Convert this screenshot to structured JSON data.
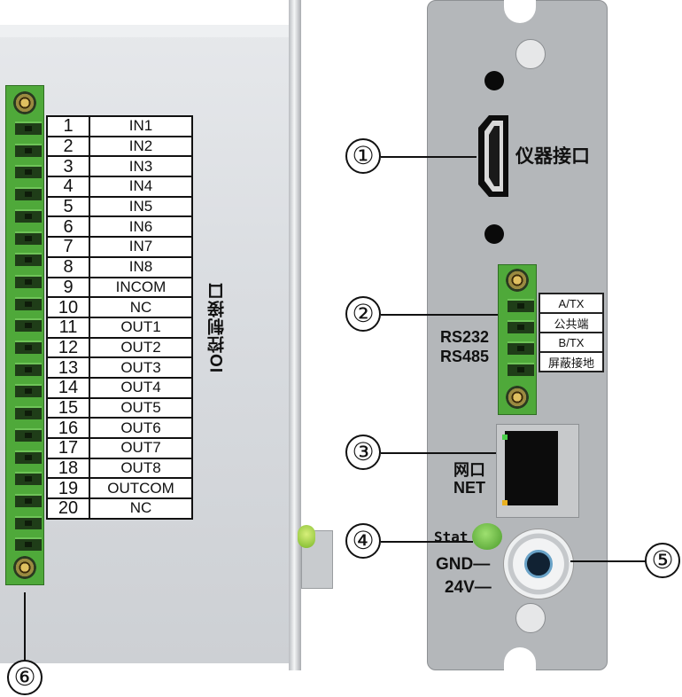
{
  "io_pins": [
    {
      "num": "1",
      "signal": "IN1"
    },
    {
      "num": "2",
      "signal": "IN2"
    },
    {
      "num": "3",
      "signal": "IN3"
    },
    {
      "num": "4",
      "signal": "IN4"
    },
    {
      "num": "5",
      "signal": "IN5"
    },
    {
      "num": "6",
      "signal": "IN6"
    },
    {
      "num": "7",
      "signal": "IN7"
    },
    {
      "num": "8",
      "signal": "IN8"
    },
    {
      "num": "9",
      "signal": "INCOM"
    },
    {
      "num": "10",
      "signal": "NC"
    },
    {
      "num": "11",
      "signal": "OUT1"
    },
    {
      "num": "12",
      "signal": "OUT2"
    },
    {
      "num": "13",
      "signal": "OUT3"
    },
    {
      "num": "14",
      "signal": "OUT4"
    },
    {
      "num": "15",
      "signal": "OUT5"
    },
    {
      "num": "16",
      "signal": "OUT6"
    },
    {
      "num": "17",
      "signal": "OUT7"
    },
    {
      "num": "18",
      "signal": "OUT8"
    },
    {
      "num": "19",
      "signal": "OUTCOM"
    },
    {
      "num": "20",
      "signal": "NC"
    }
  ],
  "labels": {
    "io_interface": "IO控制接口",
    "instrument_interface": "仪器接口",
    "rs232": "RS232",
    "rs485": "RS485",
    "network_cn": "网口",
    "network_en": "NET",
    "stat": "Stat",
    "gnd": "GND—",
    "v24": "24V—"
  },
  "serial_pins": [
    "A/TX",
    "公共端",
    "B/TX",
    "屏蔽接地"
  ],
  "callouts": {
    "c1": "①",
    "c2": "②",
    "c3": "③",
    "c4": "④",
    "c5": "⑤",
    "c6": "⑥"
  },
  "colors": {
    "terminal_green": "#4fa93a",
    "panel_gray": "#b4b7ba",
    "stat_led": "#6cc040"
  }
}
